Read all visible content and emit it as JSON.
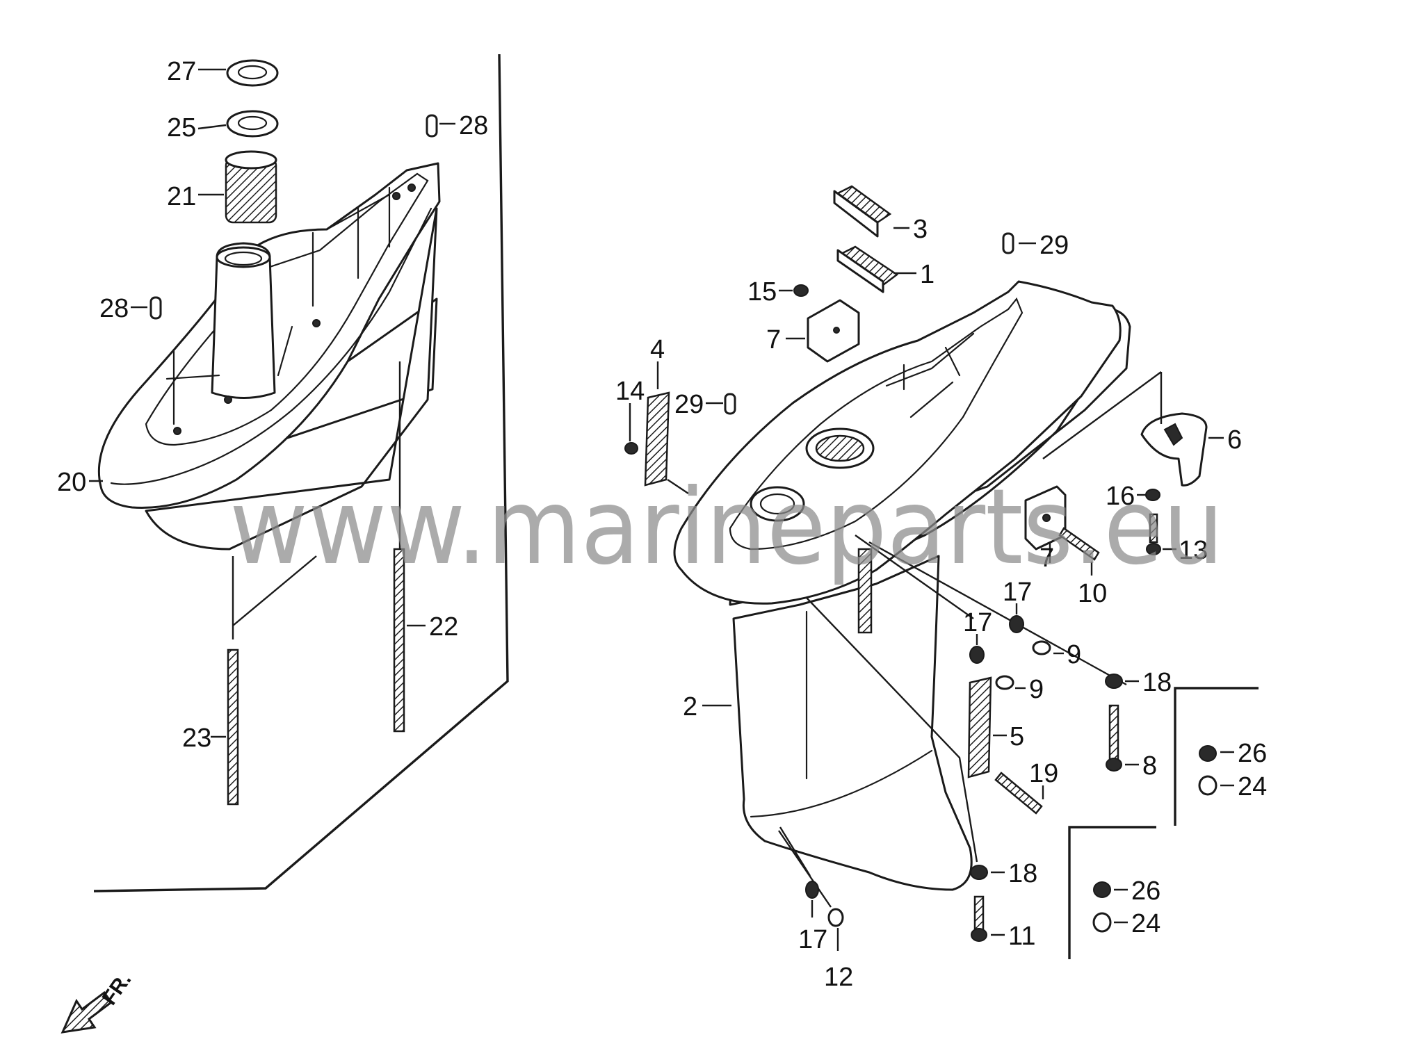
{
  "watermark": "www.marineparts.eu",
  "orientation_marker": {
    "label": "FR.",
    "icon": "front-direction-arrow-icon"
  },
  "callouts": [
    "1",
    "2",
    "3",
    "4",
    "5",
    "6",
    "7",
    "7",
    "8",
    "9",
    "9",
    "10",
    "11",
    "12",
    "13",
    "14",
    "15",
    "16",
    "17",
    "17",
    "17",
    "18",
    "18",
    "19",
    "20",
    "21",
    "22",
    "23",
    "24",
    "24",
    "25",
    "26",
    "26",
    "27",
    "28",
    "28",
    "29",
    "29"
  ],
  "colors": {
    "line": "#1a1a1a",
    "background": "#ffffff",
    "watermark": "#8c8c8c"
  }
}
